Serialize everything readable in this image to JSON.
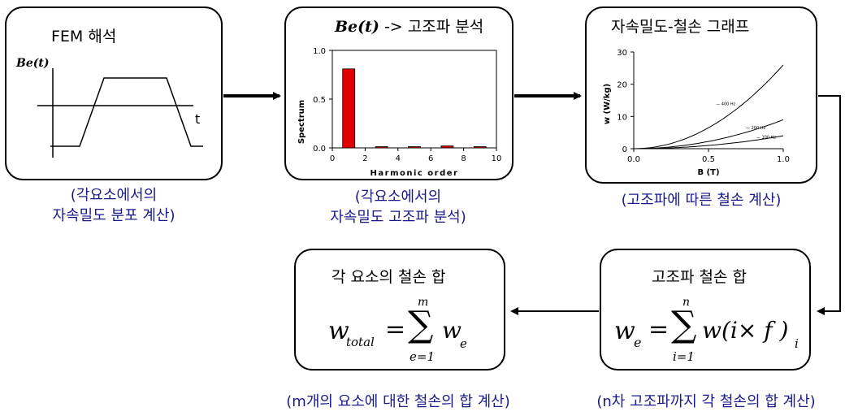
{
  "box1": {
    "title": "FEM 해석",
    "ylabel": "Be(t)",
    "xlabel": "t"
  },
  "box2": {
    "title_var": "Be(t)",
    "title_rest": "-> 고조파 분석",
    "ylabel": "Spectrum",
    "xlabel": "Harmonic order",
    "yticks": [
      "0.0",
      "0.5",
      "1.0"
    ],
    "xticks": [
      "0",
      "2",
      "4",
      "6",
      "8",
      "10"
    ]
  },
  "box3": {
    "title": "자속밀도-철손 그래프",
    "ylabel": "w (W/kg)",
    "xlabel": "B (T)",
    "yticks": [
      "0",
      "10",
      "20",
      "30"
    ],
    "xticks": [
      "0.0",
      "0.5",
      "1.0"
    ],
    "curve_labels": [
      "400 Hz",
      "200 Hz",
      "100 Hz"
    ]
  },
  "box4": {
    "title": "고조파 철손 합"
  },
  "box5": {
    "title": "각 요소의 철손 합"
  },
  "captions": {
    "c1_line1": "(각요소에서의",
    "c1_line2": "자속밀도 분포 계산)",
    "c2_line1": "(각요소에서의",
    "c2_line2": "자속밀도 고조파 분석)",
    "c3": "(고조파에 따른 철손 계산)",
    "c5": "(m개의 요소에 대한 철손의 합 계산)",
    "c4": "(n차 고조파까지 각 철손의 합 계산)"
  },
  "formula_e": {
    "lhs": "w",
    "lhs_sub": "e",
    "sum_top": "n",
    "sum_bottom": "i=1",
    "body": "w(i× f )",
    "body_sub": "i"
  },
  "formula_total": {
    "lhs": "w",
    "lhs_sub": "total",
    "sum_top": "m",
    "sum_bottom": "e=1",
    "body": "w",
    "body_sub": "e"
  },
  "chart_data": [
    {
      "type": "line",
      "title": "FEM 해석",
      "ylabel": "Be(t)",
      "xlabel": "t",
      "x": [
        0,
        1,
        2,
        3,
        4,
        5
      ],
      "series": [
        {
          "values": [
            -1,
            -1,
            1,
            1,
            -1,
            -1
          ]
        }
      ]
    },
    {
      "type": "bar",
      "title": "Be(t) -> 고조파 분석",
      "xlabel": "Harmonic order",
      "ylabel": "Spectrum",
      "x": [
        1,
        3,
        5,
        7,
        9
      ],
      "values": [
        0.81,
        0.01,
        0.0,
        0.02,
        0.01
      ],
      "xlim": [
        0,
        10
      ],
      "ylim": [
        0,
        1.0
      ]
    },
    {
      "type": "line",
      "title": "자속밀도-철손 그래프",
      "xlabel": "B (T)",
      "ylabel": "w (W/kg)",
      "xlim": [
        0,
        1.0
      ],
      "ylim": [
        0,
        30
      ],
      "series": [
        {
          "name": "400 Hz",
          "x": [
            0,
            0.25,
            0.5,
            0.75,
            1.0
          ],
          "values": [
            0,
            2.0,
            7.0,
            15.0,
            26.0
          ]
        },
        {
          "name": "200 Hz",
          "x": [
            0,
            0.25,
            0.5,
            0.75,
            1.0
          ],
          "values": [
            0,
            0.8,
            2.5,
            5.5,
            9.0
          ]
        },
        {
          "name": "100 Hz",
          "x": [
            0,
            0.25,
            0.5,
            0.75,
            1.0
          ],
          "values": [
            0,
            0.3,
            1.0,
            2.2,
            4.0
          ]
        }
      ]
    }
  ]
}
